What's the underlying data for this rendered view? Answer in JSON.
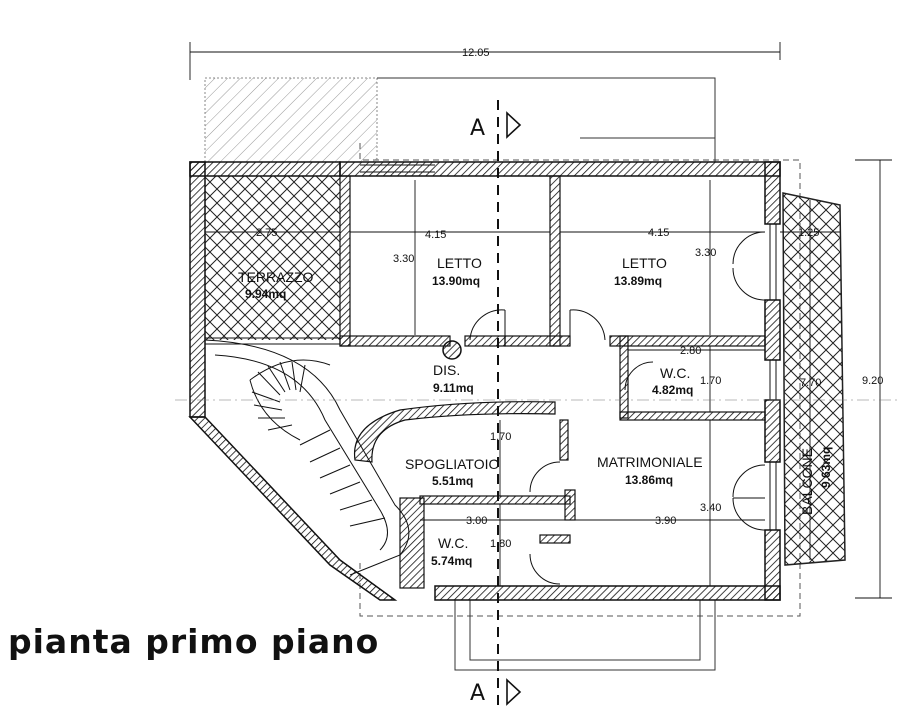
{
  "title": "pianta  primo piano",
  "section_marker": "A",
  "rooms": {
    "terrazzo": {
      "name": "TERRAZZO",
      "area": "9.94mq"
    },
    "letto1": {
      "name": "LETTO",
      "area": "13.90mq"
    },
    "letto2": {
      "name": "LETTO",
      "area": "13.89mq"
    },
    "dis": {
      "name": "DIS.",
      "area": "9.11mq"
    },
    "wc1": {
      "name": "W.C.",
      "area": "4.82mq"
    },
    "spogliatoio": {
      "name": "SPOGLIATOIO",
      "area": "5.51mq"
    },
    "matrimoniale": {
      "name": "MATRIMONIALE",
      "area": "13.86mq"
    },
    "wc2": {
      "name": "W.C.",
      "area": "5.74mq"
    },
    "balcone": {
      "name": "BALCONE",
      "area": "9.63mq"
    }
  },
  "dimensions": {
    "total_width": "12.05",
    "total_height": "9.20",
    "terrazzo_w": "2.75",
    "letto1_w": "4.15",
    "letto1_h": "3.30",
    "letto2_w": "4.15",
    "letto2_h": "3.30",
    "balcone_w": "1.25",
    "balcone_h": "7.70",
    "wc1_w": "2.80",
    "wc1_h": "1.70",
    "spogliatoio_h": "1.70",
    "wc2_w": "3.00",
    "wc2_h": "1.80",
    "matrimoniale_w": "3.90",
    "matrimoniale_h": "3.40"
  }
}
